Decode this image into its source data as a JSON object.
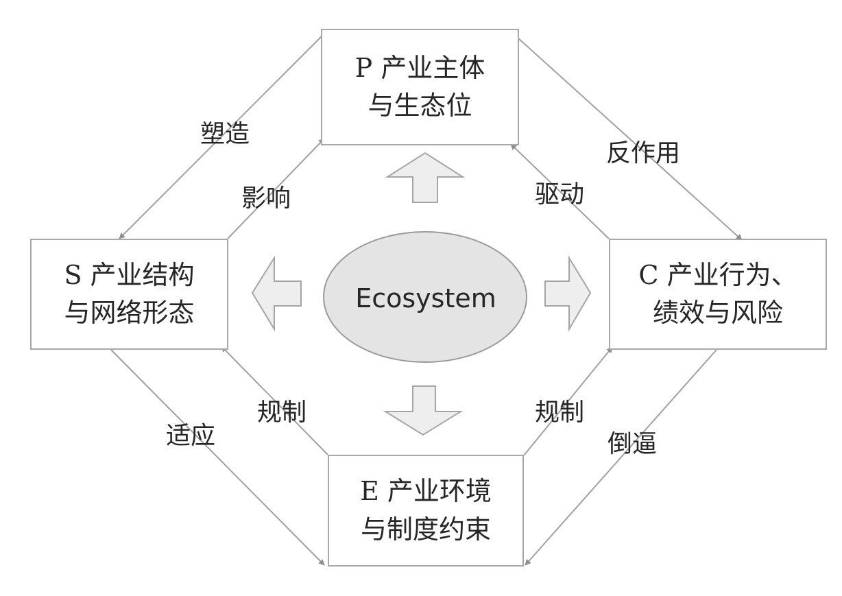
{
  "nodes": {
    "p": {
      "line1": "P 产业主体",
      "line2": "与生态位"
    },
    "s": {
      "line1": "S 产业结构",
      "line2": "与网络形态"
    },
    "c": {
      "line1": "C 产业行为、",
      "line2": "绩效与风险"
    },
    "e": {
      "line1": "E 产业环境",
      "line2": "与制度约束"
    }
  },
  "center": {
    "label": "Ecosystem"
  },
  "edges": {
    "p_to_s": "塑造",
    "s_to_p": "影响",
    "c_to_p": "驱动",
    "p_to_c": "反作用",
    "s_to_e": "适应",
    "e_to_s": "规制",
    "e_to_c": "规制",
    "c_to_e": "倒逼"
  },
  "colors": {
    "border": "#a8a8a8",
    "line": "#a0a0a0",
    "arrowhead": "#8f8f8f",
    "ellipse_fill": "#e4e4e4",
    "ellipse_stroke": "#9a9a9a",
    "block_arrow_fill": "#eeeeee",
    "block_arrow_stroke": "#a5a5a5",
    "text": "#262626"
  }
}
